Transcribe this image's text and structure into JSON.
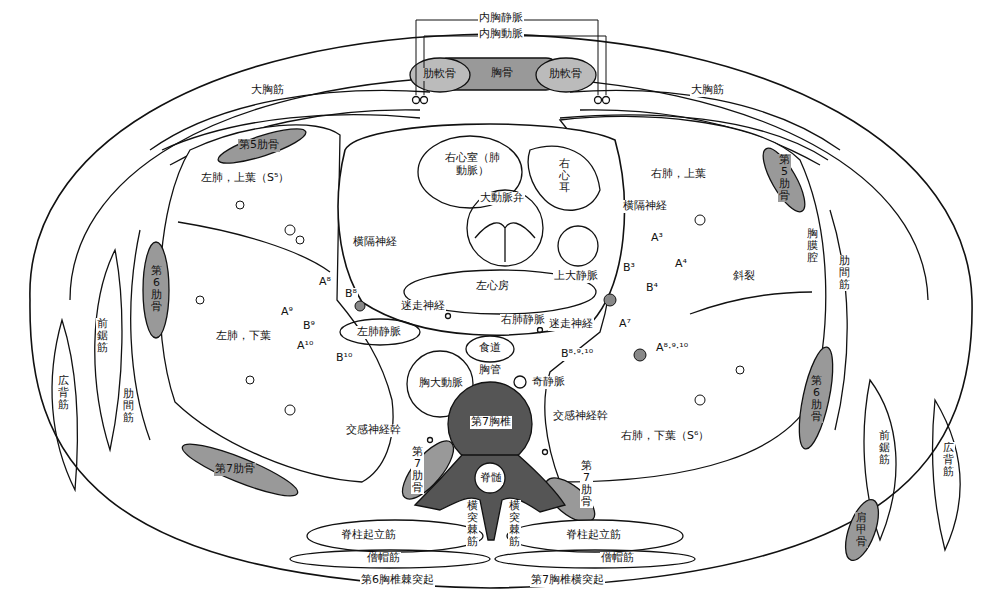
{
  "diagram": {
    "labels": [
      "内胸静脈",
      "内胸動脈",
      "肋軟骨",
      "胸骨",
      "肋軟骨",
      "大胸筋",
      "大胸筋",
      "第5肋骨",
      "左肺，上葉（S⁵）",
      "右心室（肺動脈）",
      "右心耳",
      "大動脈弁",
      "上大静脈",
      "横隔神経",
      "横隔神経",
      "右肺，上葉",
      "第5肋骨",
      "胸膜腔",
      "肋間筋",
      "斜裂",
      "A³",
      "B³",
      "A⁴",
      "B⁴",
      "右肺静脈",
      "左心房",
      "迷走神経",
      "迷走神経",
      "A⁷",
      "B⁸·⁹·¹⁰",
      "A⁸·⁹·¹⁰",
      "A⁸",
      "B⁸",
      "A⁹",
      "B⁹",
      "A¹⁰",
      "B¹⁰",
      "左肺静脈",
      "食道",
      "胸大動脈",
      "胸管",
      "奇静脈",
      "第7胸椎",
      "脊髄",
      "交感神経幹",
      "交感神経幹",
      "左肺，下葉",
      "右肺，下葉（S⁶）",
      "第6肋骨",
      "第6肋骨",
      "第7肋骨",
      "第7肋骨",
      "第7肋骨",
      "前鋸筋",
      "前鋸筋",
      "広背筋",
      "広背筋",
      "肋間筋",
      "肩甲骨",
      "脊柱起立筋",
      "脊柱起立筋",
      "僧帽筋",
      "僧帽筋",
      "横突棘筋",
      "横突棘筋",
      "第6胸椎棘突起",
      "第7胸椎横突起"
    ]
  }
}
